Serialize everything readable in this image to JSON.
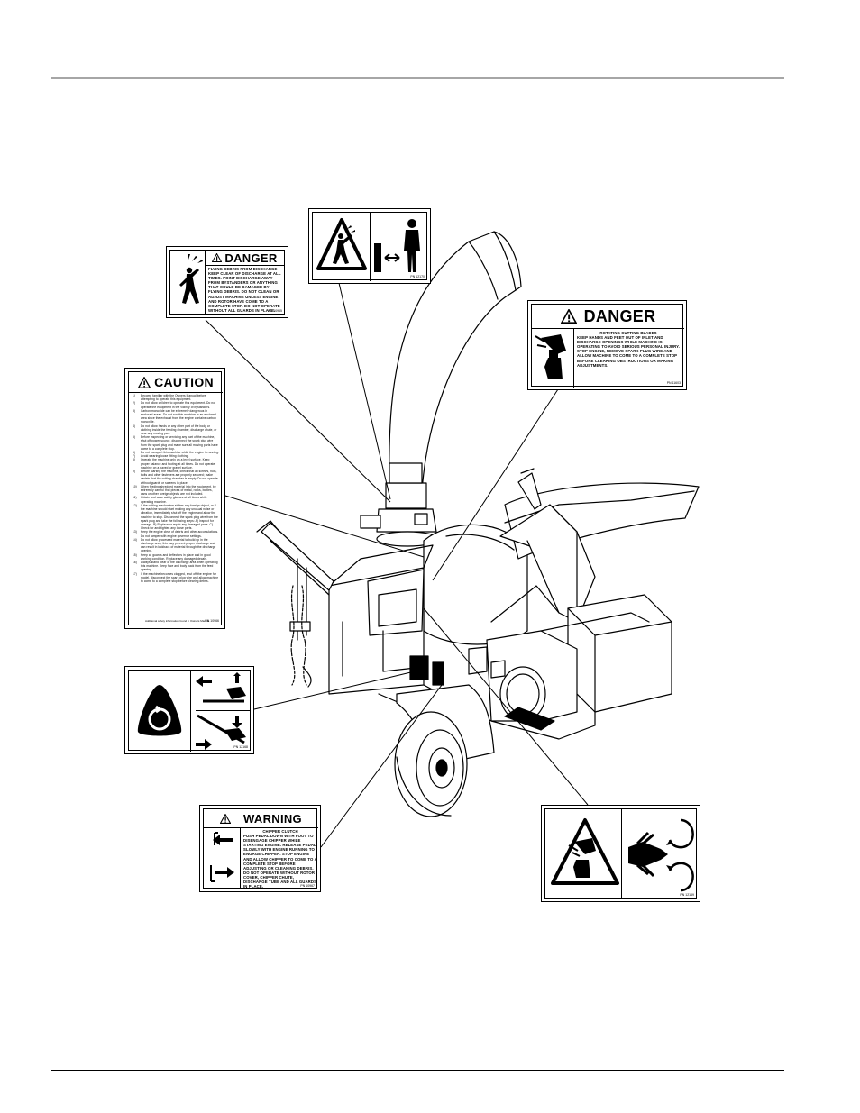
{
  "decals": {
    "flying_debris": {
      "header": "DANGER",
      "title": "FLYING DEBRIS FROM DISCHARGE",
      "body": "KEEP CLEAR OF DISCHARGE AT ALL TIMES. POINT DISCHARGE AWAY FROM BYSTANDERS OR ANYTHING THAT COULD BE DAMAGED BY FLYING DEBRIS. DO NOT CLEAN OR ADJUST MACHINE UNLESS ENGINE AND ROTOR HAVE COME TO A COMPLETE STOP. DO NOT OPERATE WITHOUT ALL GUARDS IN PLACE.",
      "part_no": "PN 10965"
    },
    "clearance_pictogram": {
      "part_no": "PN 12170"
    },
    "rotating_blades": {
      "header": "DANGER",
      "title": "ROTATING CUTTING BLADES",
      "body": "KEEP HANDS AND FEET OUT OF INLET AND DISCHARGE OPENINGS WHILE MACHINE IS OPERATING TO AVOID SERIOUS PERSONAL INJURY. STOP ENGINE, REMOVE SPARK PLUG WIRE AND ALLOW MACHINE TO COME TO A COMPLETE STOP BEFORE CLEARING OBSTRUCTIONS OR MAKING ADJUSTMENTS.",
      "part_no": "PN 11603"
    },
    "caution": {
      "header": "CAUTION",
      "items": [
        {
          "n": "1)",
          "text": "Become familiar with the Owners Manual before attempting to operate this equipment."
        },
        {
          "n": "2)",
          "text": "Do not allow children to operate this equipment. Do not operate the equipment in the vicinity of bystanders."
        },
        {
          "n": "3)",
          "text": "Carbon monoxide can be extremely dangerous in enclosed areas. Do not run this machine in an enclosed area since the exhaust from the engine contains carbon monoxide."
        },
        {
          "n": "4)",
          "text": "Do not allow hands or any other part of the body or clothing inside the feeding chamber, discharge chute, or near any moving part."
        },
        {
          "n": "5)",
          "text": "Before inspecting or servicing any part of the machine, shut off power source, disconnect the spark plug wire from the spark plug and make sure all moving parts have come to a complete stop."
        },
        {
          "n": "6)",
          "text": "Do not transport this machine while the engine is running."
        },
        {
          "n": "7)",
          "text": "Avoid wearing loose fitting clothing."
        },
        {
          "n": "8)",
          "text": "Operate the machine only on a level surface. Keep proper balance and footing at all times. Do not operate machine on a paved or gravel surface."
        },
        {
          "n": "9)",
          "text": "Before starting the machine, check that all screws, nuts, bolts and other fasteners are properly secured; make certain that the cutting chamber is empty. Do not operate without guards or screens in place."
        },
        {
          "n": "10)",
          "text": "When feeding shredded material into the equipment, be extremely careful that pieces of metal, rocks, bottles, cans or other foreign objects are not included."
        },
        {
          "n": "11)",
          "text": "Obtain and wear safety glasses at all times while operating machine."
        },
        {
          "n": "12)",
          "text": "If the cutting mechanism strikes any foreign object, or if the machine should start making any unusual noise or vibration, immediately shut off the engine and allow the machine to stop. Disconnect the spark plug wire from the spark plug and take the following steps: A) Inspect for damage. B) Replace or repair any damaged parts. C) Check for and tighten any loose parts."
        },
        {
          "n": "13)",
          "text": "Keep the engine clear of debris and other accumulations. Do not tamper with engine governor settings."
        },
        {
          "n": "14)",
          "text": "Do not allow processed material to build up in the discharge area; this may prevent proper discharge and can result in kickback of material through the discharge opening."
        },
        {
          "n": "15)",
          "text": "Keep all guards and deflectors in place and in good working condition. Replace any damaged decals."
        },
        {
          "n": "16)",
          "text": "Always stand clear of the discharge area when operating this machine. Keep face and body back from the feed opening."
        },
        {
          "n": "17)",
          "text": "If the machine becomes clogged, shut off the engine for model, disconnect the spark plug wire and allow machine to come to a complete stop before clearing debris."
        }
      ],
      "footer": "Additional safety information found in Owners Manual.",
      "part_no": "PN 10966"
    },
    "clutch_pictogram": {
      "part_no": "PN 12168"
    },
    "warning": {
      "header": "WARNING",
      "title": "CHIPPER CLUTCH",
      "body": "PUSH PEDAL DOWN WITH FOOT TO DISENGAGE CHIPPER WHILE STARTING ENGINE. RELEASE PEDAL SLOWLY WITH ENGINE RUNNING TO ENGAGE CHIPPER. STOP ENGINE AND ALLOW CHIPPER TO COME TO A COMPLETE STOP BEFORE ADJUSTING OR CLEANING DEBRIS. DO NOT OPERATE WITHOUT ROTOR COVER, CHIPPER CHUTE, DISCHARGE TUBE AND ALL GUARDS IN PLACE.",
      "part_no": "PN 10967"
    },
    "hand_pictogram": {
      "part_no": "PN 12169"
    }
  }
}
